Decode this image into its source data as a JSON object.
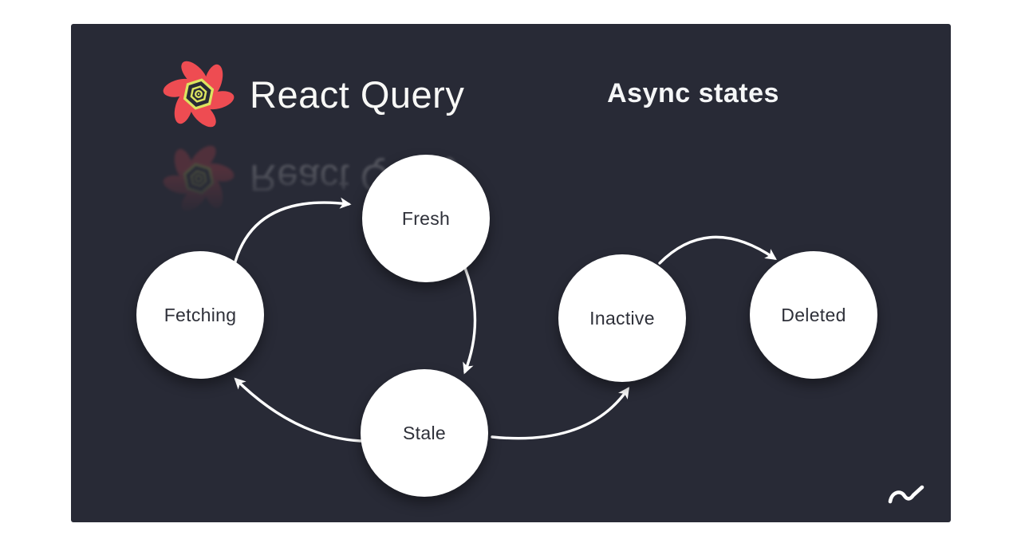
{
  "page": {
    "background": "#ffffff"
  },
  "slide": {
    "background": "#282a36"
  },
  "header": {
    "brand": "React Query",
    "title": "Async states",
    "logo": {
      "icon": "react-query-flower-icon",
      "petal_color": "#ee4c52",
      "hexagon_color": "#dce45f"
    }
  },
  "diagram": {
    "node_fill": "#ffffff",
    "node_text_color": "#2e3039",
    "arrow_color": "#ffffff",
    "nodes": [
      {
        "id": "fresh",
        "label": "Fresh"
      },
      {
        "id": "fetching",
        "label": "Fetching"
      },
      {
        "id": "stale",
        "label": "Stale"
      },
      {
        "id": "inactive",
        "label": "Inactive"
      },
      {
        "id": "deleted",
        "label": "Deleted"
      }
    ],
    "edges": [
      {
        "from": "fetching",
        "to": "fresh"
      },
      {
        "from": "fresh",
        "to": "stale"
      },
      {
        "from": "stale",
        "to": "fetching"
      },
      {
        "from": "stale",
        "to": "inactive"
      },
      {
        "from": "inactive",
        "to": "deleted"
      }
    ]
  },
  "footer": {
    "icon": "squiggle-icon"
  }
}
